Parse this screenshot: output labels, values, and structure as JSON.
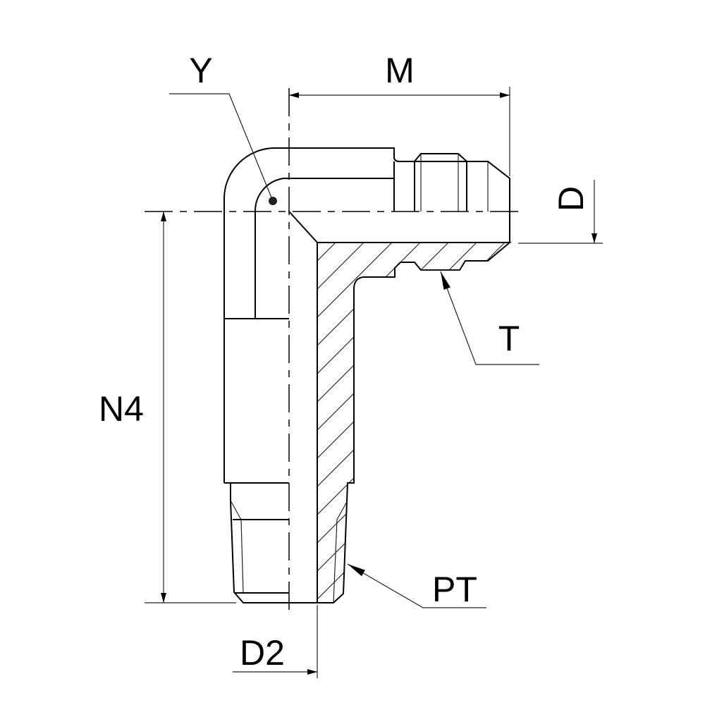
{
  "drawing": {
    "title": "90° elbow fitting, male flare to male pipe thread",
    "labels": {
      "Y": "Y",
      "M": "M",
      "D": "D",
      "T": "T",
      "N4": "N4",
      "PT": "PT",
      "D2": "D2"
    }
  }
}
